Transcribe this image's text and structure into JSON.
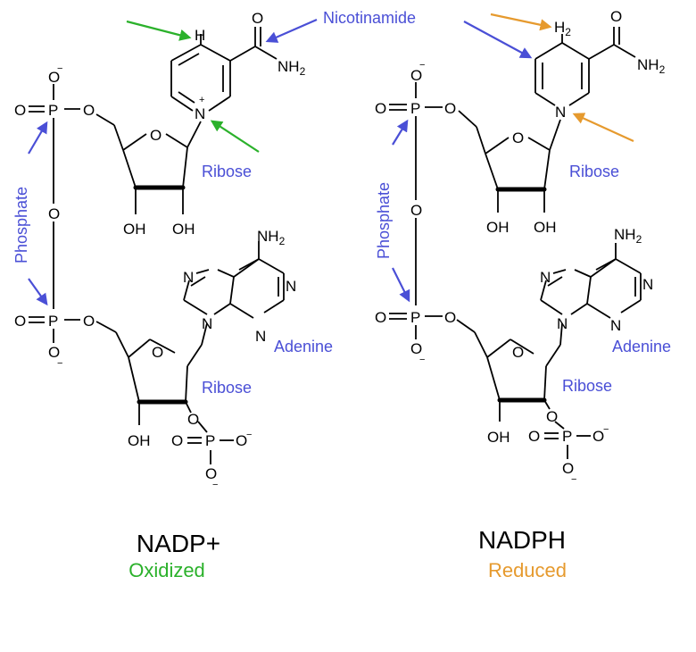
{
  "labels": {
    "nicotinamide": "Nicotinamide",
    "phosphate": "Phosphate",
    "ribose": "Ribose",
    "adenine": "Adenine"
  },
  "atoms": {
    "P": "P",
    "O": "O",
    "N": "N",
    "H": "H",
    "OH": "OH",
    "NH2": "NH",
    "sub2": "2",
    "minus": "−",
    "plus": "+"
  },
  "molecules": [
    {
      "name": "NADP+",
      "state": "Oxidized"
    },
    {
      "name": "NADPH",
      "state": "Reduced"
    }
  ],
  "colors": {
    "label_blue": "#4a4fd6",
    "oxidized_green": "#2bb12b",
    "reduced_orange": "#e69a2e"
  }
}
